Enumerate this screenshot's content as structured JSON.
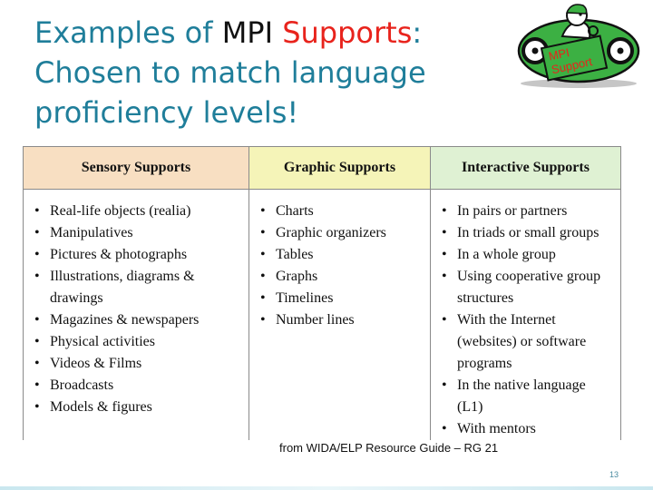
{
  "title": {
    "part1": "Examples of ",
    "part2": "MPI",
    "part3": " Supports",
    "part4": ": Chosen to match language proficiency levels!"
  },
  "logo": {
    "label_line1": "MPI",
    "label_line2": "Support"
  },
  "table": {
    "headers": [
      "Sensory Supports",
      "Graphic Supports",
      "Interactive Supports"
    ],
    "sensory": [
      "Real-life objects (realia)",
      "Manipulatives",
      "Pictures & photographs",
      "Illustrations, diagrams & drawings",
      "Magazines & newspapers",
      "Physical activities",
      "Videos & Films",
      "Broadcasts",
      "Models & figures"
    ],
    "graphic": [
      "Charts",
      "Graphic organizers",
      "Tables",
      "Graphs",
      "Timelines",
      "Number lines"
    ],
    "interactive": [
      "In pairs or partners",
      "In triads or small groups",
      "In a whole group",
      "Using cooperative group structures",
      "With the Internet (websites) or software programs",
      "In the native language (L1)",
      "With mentors"
    ]
  },
  "source": "from WIDA/ELP Resource Guide – RG 21",
  "slide_number": "13",
  "colors": {
    "title": "#1f7e9a",
    "accent_red": "#e8231c",
    "header_sensory": "#f8dfc2",
    "header_graphic": "#f5f4b8",
    "header_interactive": "#dff1d3",
    "logo_green": "#3cb043"
  }
}
